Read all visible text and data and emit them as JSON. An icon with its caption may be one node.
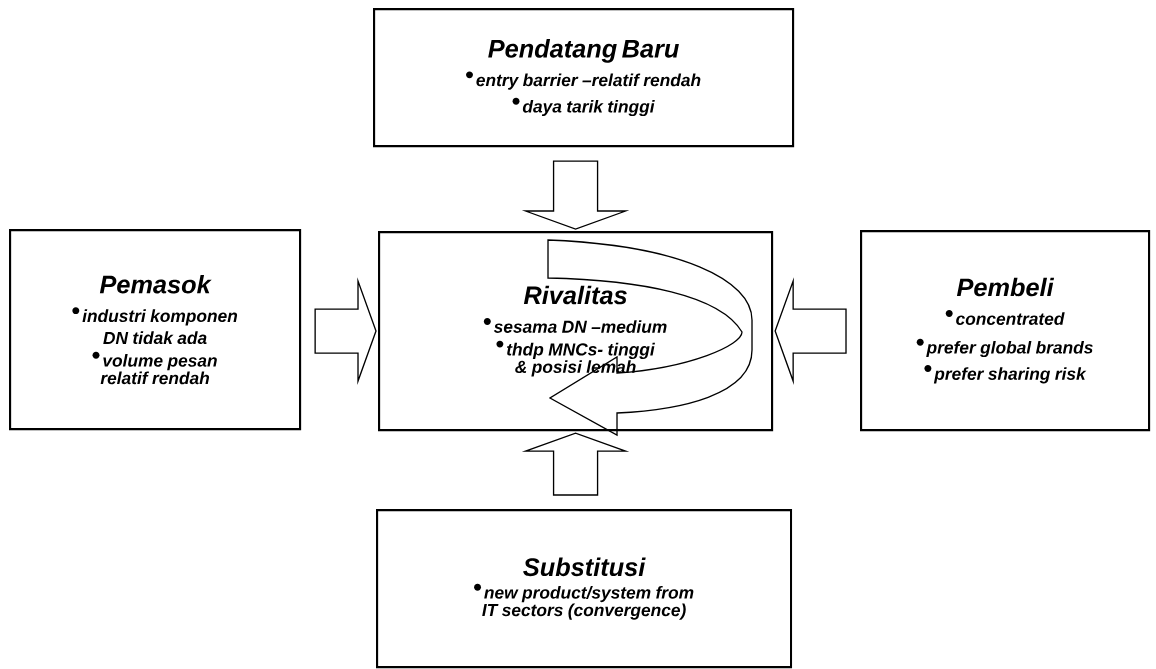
{
  "diagram": {
    "nodes": [
      {
        "text": [
          "Pendatang Baru",
          "entry barrier –relatif rendah",
          "daya tarik tinggi"
        ]
      },
      {
        "text": [
          "Pemasok",
          "industri komponen DN tidak ada",
          "volume pesan relatif rendah"
        ]
      },
      {
        "text": [
          "Rivalitas",
          "sesama DN –medium",
          "thdp MNCs- tinggi & posisi lemah"
        ]
      },
      {
        "text": [
          "Pembeli",
          "concentrated",
          "prefer global brands",
          "prefer sharing risk"
        ]
      },
      {
        "text": [
          "Substitusi",
          "new product/system from IT sectors (convergence)"
        ]
      }
    ],
    "edges": [
      {
        "from": 0,
        "to": 2,
        "arrow": "to"
      },
      {
        "from": 1,
        "to": 2,
        "arrow": "to"
      },
      {
        "from": 3,
        "to": 2,
        "arrow": "to"
      },
      {
        "from": 4,
        "to": 2,
        "arrow": "to"
      }
    ]
  }
}
